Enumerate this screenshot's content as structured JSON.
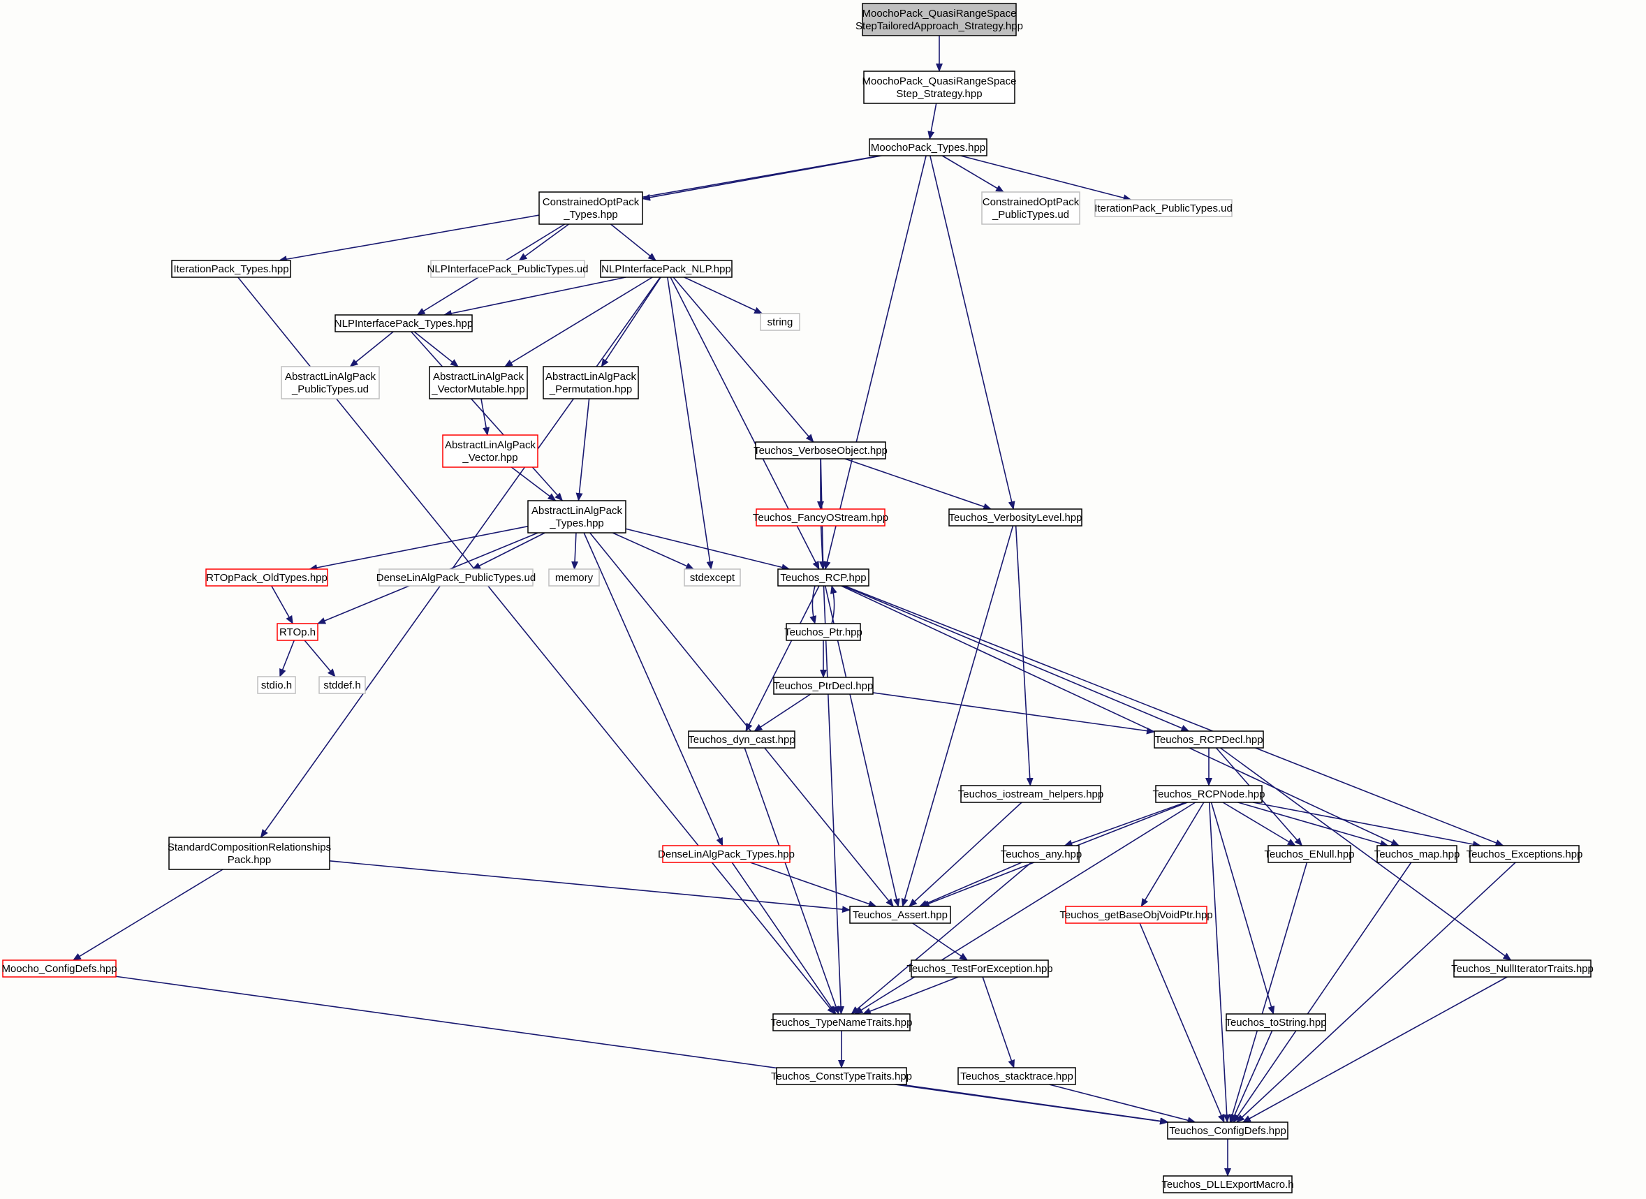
{
  "diagram": {
    "nodes": [
      {
        "id": "root",
        "lines": [
          "MoochoPack_QuasiRangeSpace",
          "StepTailoredApproach_Strategy.hpp"
        ],
        "kind": "root"
      },
      {
        "id": "qrs",
        "lines": [
          "MoochoPack_QuasiRangeSpace",
          "Step_Strategy.hpp"
        ],
        "kind": "normal"
      },
      {
        "id": "mptypes",
        "lines": [
          "MoochoPack_Types.hpp"
        ],
        "kind": "normal"
      },
      {
        "id": "coptypes",
        "lines": [
          "ConstrainedOptPack",
          "_Types.hpp"
        ],
        "kind": "normal"
      },
      {
        "id": "coppub",
        "lines": [
          "ConstrainedOptPack",
          "_PublicTypes.ud"
        ],
        "kind": "external"
      },
      {
        "id": "itpub",
        "lines": [
          "IterationPack_PublicTypes.ud"
        ],
        "kind": "external"
      },
      {
        "id": "ittypes",
        "lines": [
          "IterationPack_Types.hpp"
        ],
        "kind": "normal"
      },
      {
        "id": "nlppub",
        "lines": [
          "NLPInterfacePack_PublicTypes.ud"
        ],
        "kind": "external"
      },
      {
        "id": "nlpnlp",
        "lines": [
          "NLPInterfacePack_NLP.hpp"
        ],
        "kind": "normal"
      },
      {
        "id": "nlptypes",
        "lines": [
          "NLPInterfacePack_Types.hpp"
        ],
        "kind": "normal"
      },
      {
        "id": "string",
        "lines": [
          "string"
        ],
        "kind": "external"
      },
      {
        "id": "alapub",
        "lines": [
          "AbstractLinAlgPack",
          "_PublicTypes.ud"
        ],
        "kind": "external"
      },
      {
        "id": "alavm",
        "lines": [
          "AbstractLinAlgPack",
          "_VectorMutable.hpp"
        ],
        "kind": "normal"
      },
      {
        "id": "alaperm",
        "lines": [
          "AbstractLinAlgPack",
          "_Permutation.hpp"
        ],
        "kind": "normal"
      },
      {
        "id": "alavec",
        "lines": [
          "AbstractLinAlgPack",
          "_Vector.hpp"
        ],
        "kind": "truncated"
      },
      {
        "id": "verbobj",
        "lines": [
          "Teuchos_VerboseObject.hpp"
        ],
        "kind": "normal"
      },
      {
        "id": "alatypes",
        "lines": [
          "AbstractLinAlgPack",
          "_Types.hpp"
        ],
        "kind": "normal"
      },
      {
        "id": "fancy",
        "lines": [
          "Teuchos_FancyOStream.hpp"
        ],
        "kind": "truncated"
      },
      {
        "id": "verblvl",
        "lines": [
          "Teuchos_VerbosityLevel.hpp"
        ],
        "kind": "normal"
      },
      {
        "id": "rtopold",
        "lines": [
          "RTOpPack_OldTypes.hpp"
        ],
        "kind": "truncated"
      },
      {
        "id": "denpub",
        "lines": [
          "DenseLinAlgPack_PublicTypes.ud"
        ],
        "kind": "external"
      },
      {
        "id": "memory",
        "lines": [
          "memory"
        ],
        "kind": "external"
      },
      {
        "id": "stdexcept",
        "lines": [
          "stdexcept"
        ],
        "kind": "external"
      },
      {
        "id": "rcp",
        "lines": [
          "Teuchos_RCP.hpp"
        ],
        "kind": "normal"
      },
      {
        "id": "rtoph",
        "lines": [
          "RTOp.h"
        ],
        "kind": "truncated"
      },
      {
        "id": "ptr",
        "lines": [
          "Teuchos_Ptr.hpp"
        ],
        "kind": "normal"
      },
      {
        "id": "stdio",
        "lines": [
          "stdio.h"
        ],
        "kind": "external"
      },
      {
        "id": "stddef",
        "lines": [
          "stddef.h"
        ],
        "kind": "external"
      },
      {
        "id": "ptrdecl",
        "lines": [
          "Teuchos_PtrDecl.hpp"
        ],
        "kind": "normal"
      },
      {
        "id": "dyncast",
        "lines": [
          "Teuchos_dyn_cast.hpp"
        ],
        "kind": "normal"
      },
      {
        "id": "rcpdecl",
        "lines": [
          "Teuchos_RCPDecl.hpp"
        ],
        "kind": "normal"
      },
      {
        "id": "iohelp",
        "lines": [
          "Teuchos_iostream_helpers.hpp"
        ],
        "kind": "normal"
      },
      {
        "id": "rcpnode",
        "lines": [
          "Teuchos_RCPNode.hpp"
        ],
        "kind": "normal"
      },
      {
        "id": "scr",
        "lines": [
          "StandardCompositionRelationships",
          "Pack.hpp"
        ],
        "kind": "normal"
      },
      {
        "id": "denla",
        "lines": [
          "DenseLinAlgPack_Types.hpp"
        ],
        "kind": "truncated"
      },
      {
        "id": "any",
        "lines": [
          "Teuchos_any.hpp"
        ],
        "kind": "normal"
      },
      {
        "id": "enull",
        "lines": [
          "Teuchos_ENull.hpp"
        ],
        "kind": "normal"
      },
      {
        "id": "map",
        "lines": [
          "Teuchos_map.hpp"
        ],
        "kind": "normal"
      },
      {
        "id": "exc",
        "lines": [
          "Teuchos_Exceptions.hpp"
        ],
        "kind": "normal"
      },
      {
        "id": "assert",
        "lines": [
          "Teuchos_Assert.hpp"
        ],
        "kind": "normal"
      },
      {
        "id": "getbase",
        "lines": [
          "Teuchos_getBaseObjVoidPtr.hpp"
        ],
        "kind": "truncated"
      },
      {
        "id": "mcfg",
        "lines": [
          "Moocho_ConfigDefs.hpp"
        ],
        "kind": "truncated"
      },
      {
        "id": "tfe",
        "lines": [
          "Teuchos_TestForException.hpp"
        ],
        "kind": "normal"
      },
      {
        "id": "nullit",
        "lines": [
          "Teuchos_NullIteratorTraits.hpp"
        ],
        "kind": "normal"
      },
      {
        "id": "tnt",
        "lines": [
          "Teuchos_TypeNameTraits.hpp"
        ],
        "kind": "normal"
      },
      {
        "id": "tostr",
        "lines": [
          "Teuchos_toString.hpp"
        ],
        "kind": "normal"
      },
      {
        "id": "ctt",
        "lines": [
          "Teuchos_ConstTypeTraits.hpp"
        ],
        "kind": "normal"
      },
      {
        "id": "stack",
        "lines": [
          "Teuchos_stacktrace.hpp"
        ],
        "kind": "normal"
      },
      {
        "id": "tcfg",
        "lines": [
          "Teuchos_ConfigDefs.hpp"
        ],
        "kind": "normal"
      },
      {
        "id": "dll",
        "lines": [
          "Teuchos_DLLExportMacro.h"
        ],
        "kind": "normal"
      }
    ],
    "edges": [
      [
        "root",
        "qrs"
      ],
      [
        "qrs",
        "mptypes"
      ],
      [
        "mptypes",
        "coptypes"
      ],
      [
        "mptypes",
        "ittypes"
      ],
      [
        "mptypes",
        "coppub"
      ],
      [
        "mptypes",
        "itpub"
      ],
      [
        "mptypes",
        "rcp"
      ],
      [
        "mptypes",
        "verblvl"
      ],
      [
        "coptypes",
        "nlptypes"
      ],
      [
        "coptypes",
        "nlppub"
      ],
      [
        "coptypes",
        "nlpnlp"
      ],
      [
        "ittypes",
        "tnt"
      ],
      [
        "nlpnlp",
        "nlptypes"
      ],
      [
        "nlpnlp",
        "string"
      ],
      [
        "nlpnlp",
        "alavm"
      ],
      [
        "nlpnlp",
        "alaperm"
      ],
      [
        "nlpnlp",
        "stdexcept"
      ],
      [
        "nlpnlp",
        "rcp"
      ],
      [
        "nlpnlp",
        "verbobj"
      ],
      [
        "nlpnlp",
        "scr"
      ],
      [
        "nlptypes",
        "alapub"
      ],
      [
        "nlptypes",
        "alavm"
      ],
      [
        "nlptypes",
        "alatypes"
      ],
      [
        "alavm",
        "alavec"
      ],
      [
        "alavec",
        "alatypes"
      ],
      [
        "alaperm",
        "alatypes"
      ],
      [
        "verbobj",
        "fancy"
      ],
      [
        "verbobj",
        "rcp"
      ],
      [
        "verbobj",
        "verblvl"
      ],
      [
        "fancy",
        "rcp"
      ],
      [
        "verblvl",
        "assert"
      ],
      [
        "verblvl",
        "iohelp"
      ],
      [
        "alatypes",
        "rtopold"
      ],
      [
        "alatypes",
        "rtoph"
      ],
      [
        "alatypes",
        "denpub"
      ],
      [
        "alatypes",
        "memory"
      ],
      [
        "alatypes",
        "stdexcept"
      ],
      [
        "alatypes",
        "rcp"
      ],
      [
        "alatypes",
        "denla"
      ],
      [
        "alatypes",
        "assert"
      ],
      [
        "rtopold",
        "rtoph"
      ],
      [
        "rtoph",
        "stdio"
      ],
      [
        "rtoph",
        "stddef"
      ],
      [
        "rcp",
        "ptr"
      ],
      [
        "rcp",
        "dyncast"
      ],
      [
        "rcp",
        "tnt"
      ],
      [
        "rcp",
        "assert"
      ],
      [
        "rcp",
        "rcpdecl"
      ],
      [
        "rcp",
        "map"
      ],
      [
        "rcp",
        "exc"
      ],
      [
        "ptr",
        "rcp"
      ],
      [
        "ptr",
        "ptrdecl"
      ],
      [
        "ptrdecl",
        "dyncast"
      ],
      [
        "ptrdecl",
        "rcpdecl"
      ],
      [
        "dyncast",
        "tnt"
      ],
      [
        "rcpdecl",
        "rcpnode"
      ],
      [
        "rcpdecl",
        "enull"
      ],
      [
        "rcpdecl",
        "nullit"
      ],
      [
        "iohelp",
        "assert"
      ],
      [
        "rcpnode",
        "assert"
      ],
      [
        "rcpnode",
        "any"
      ],
      [
        "rcpnode",
        "tnt"
      ],
      [
        "rcpnode",
        "getbase"
      ],
      [
        "rcpnode",
        "tcfg"
      ],
      [
        "rcpnode",
        "tostr"
      ],
      [
        "rcpnode",
        "enull"
      ],
      [
        "rcpnode",
        "map"
      ],
      [
        "rcpnode",
        "exc"
      ],
      [
        "scr",
        "assert"
      ],
      [
        "scr",
        "mcfg"
      ],
      [
        "denla",
        "assert"
      ],
      [
        "denla",
        "tnt"
      ],
      [
        "any",
        "assert"
      ],
      [
        "any",
        "tnt"
      ],
      [
        "assert",
        "tfe"
      ],
      [
        "tfe",
        "tnt"
      ],
      [
        "tfe",
        "stack"
      ],
      [
        "mcfg",
        "tcfg"
      ],
      [
        "enull",
        "tcfg"
      ],
      [
        "map",
        "tcfg"
      ],
      [
        "exc",
        "tcfg"
      ],
      [
        "getbase",
        "tcfg"
      ],
      [
        "nullit",
        "tcfg"
      ],
      [
        "tostr",
        "tcfg"
      ],
      [
        "tnt",
        "ctt"
      ],
      [
        "ctt",
        "tcfg"
      ],
      [
        "stack",
        "tcfg"
      ],
      [
        "tcfg",
        "dll"
      ]
    ],
    "colors": {
      "edge": "#191970",
      "normal_border": "#000000",
      "external_border": "#bfbfbf",
      "truncated_border": "#ff0000",
      "root_fill": "#bfbfbf",
      "node_fill": "#ffffff",
      "text": "#000000"
    }
  }
}
